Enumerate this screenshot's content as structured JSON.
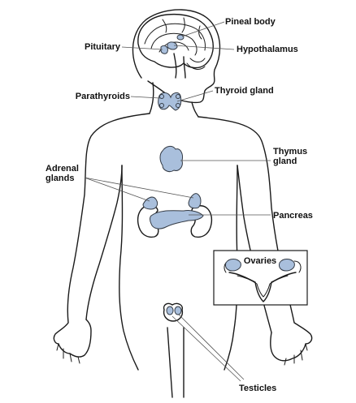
{
  "labels": {
    "pineal_body": "Pineal body",
    "pituitary": "Pituitary",
    "hypothalamus": "Hypothalamus",
    "parathyroids": "Parathyroids",
    "thyroid_gland": "Thyroid gland",
    "thymus_line1": "Thymus",
    "thymus_line2": "gland",
    "adrenal_line1": "Adrenal",
    "adrenal_line2": "glands",
    "pancreas": "Pancreas",
    "ovaries": "Ovaries",
    "testicles": "Testicles"
  },
  "colors": {
    "gland_fill": "#a9bfdc",
    "outline": "#1a1a1a",
    "background": "#ffffff"
  }
}
